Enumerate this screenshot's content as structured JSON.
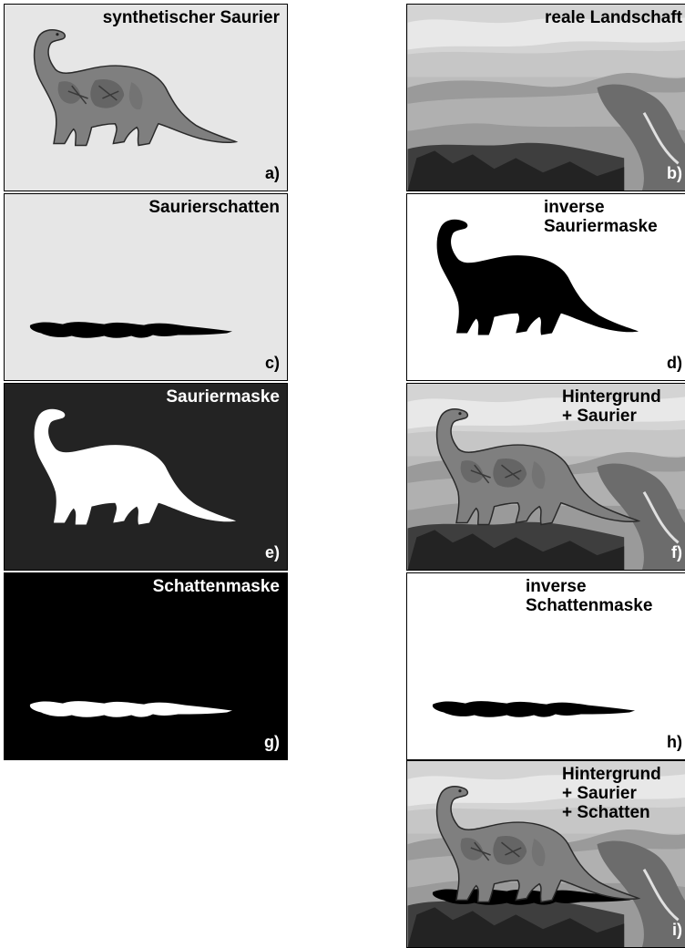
{
  "panels": {
    "a": {
      "title": "synthetischer Saurier",
      "label": "a)"
    },
    "b": {
      "title": "reale Landschaft",
      "label": "b)"
    },
    "c": {
      "title": "Saurierschatten",
      "label": "c)"
    },
    "d": {
      "title": "inverse\nSauriermaske",
      "label": "d)"
    },
    "e": {
      "title": "Sauriermaske",
      "label": "e)"
    },
    "f": {
      "title": "Hintergrund\n+ Saurier",
      "label": "f)"
    },
    "g": {
      "title": "Schattenmaske",
      "label": "g)"
    },
    "h": {
      "title": "inverse\nSchattenmaske",
      "label": "h)"
    },
    "i": {
      "title": "Hintergrund\n+ Saurier\n+ Schatten",
      "label": "i)"
    }
  }
}
